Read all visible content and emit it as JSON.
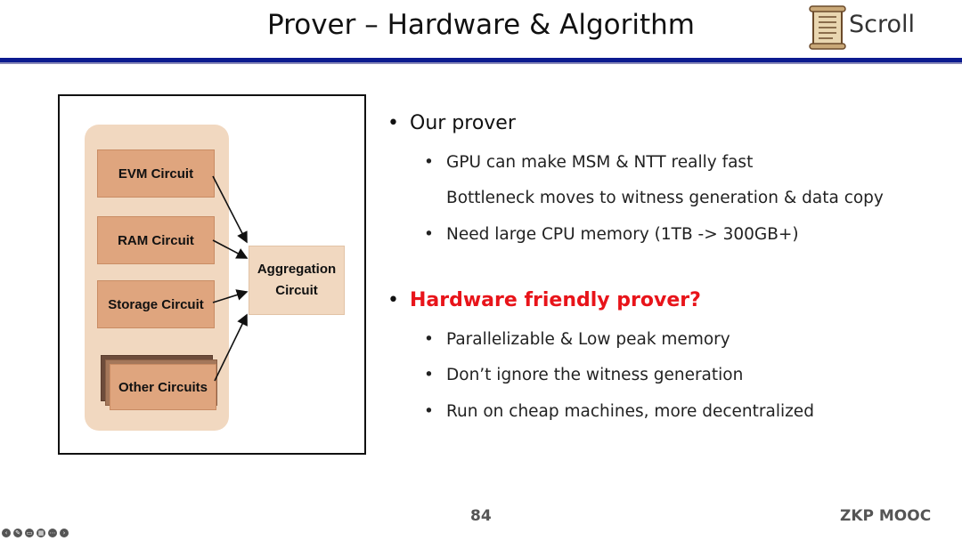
{
  "slide": {
    "title": "Prover – Hardware & Algorithm",
    "logo_text": "Scroll",
    "page_number": "84",
    "footer": "ZKP MOOC"
  },
  "diagram": {
    "circuits": [
      "EVM Circuit",
      "RAM Circuit",
      "Storage Circuit",
      "Other Circuits"
    ],
    "aggregation": "Aggregation Circuit"
  },
  "bullets": {
    "our_prover": "Our prover",
    "gpu_fast": "GPU can make MSM & NTT really fast",
    "bottleneck": "Bottleneck moves to witness generation & data copy",
    "cpu_memory": "Need large CPU memory (1TB -> 300GB+)",
    "hardware_friendly": "Hardware friendly prover?",
    "parallelizable": "Parallelizable & Low peak memory",
    "witness": "Don’t ignore the witness generation",
    "cheap_machines": "Run on cheap machines, more decentralized"
  },
  "colors": {
    "accent_bar": "#0b1b8f",
    "highlight_red": "#e8141a",
    "circuit_box": "#dfa57e",
    "panel": "#f1d8c0"
  },
  "icons": [
    "scroll-logo-icon",
    "back-icon",
    "pen-icon",
    "subtitle-icon",
    "grid-icon",
    "more-icon",
    "next-icon"
  ]
}
